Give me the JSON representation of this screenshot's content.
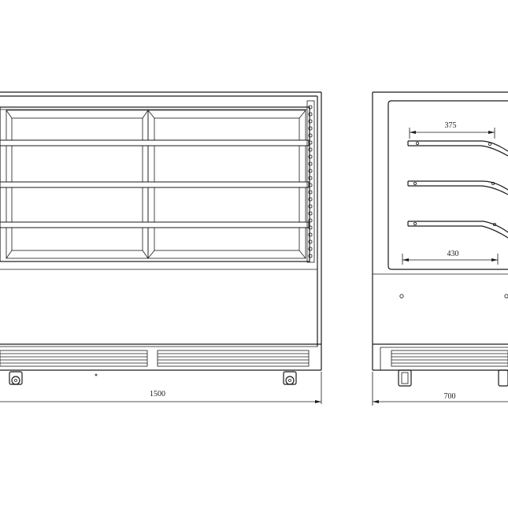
{
  "dimensions": {
    "front_width": "1500",
    "side_depth": "700",
    "shelf_depth_upper": "375",
    "base_depth": "430"
  }
}
